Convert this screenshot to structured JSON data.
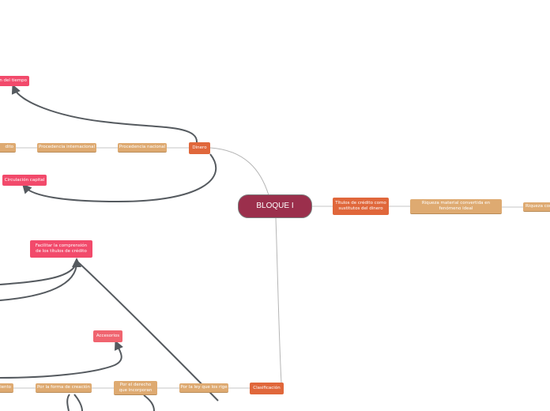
{
  "map": {
    "root": "BLOQUE I",
    "nodes": {
      "titulos": "Títulos de crédito como sustitutos del dinero",
      "riqueza_material": "Riqueza material convertida en fenómeno ideal",
      "riqueza_cut": "Riqueza cor",
      "dinero": "Dinero",
      "procedencia_nacional": "Procedencia nacional",
      "procedencia_internacional": "Procedencia internacional",
      "dito_cut": "dito",
      "tiempo_cut": "n del tiempo",
      "circulacion_capital": "Circulación capital",
      "clasificacion": "Clasificación",
      "ley_que_los_rige": "Por la ley que los rige",
      "derecho_incorporan": "Por el derecho que incorporan",
      "forma_creacion": "Por la forma de creación",
      "miento_cut": "miento",
      "accesorios": "Accesorios",
      "facilitar": "Facilitar la comprensión de los títulos de crédito"
    }
  }
}
